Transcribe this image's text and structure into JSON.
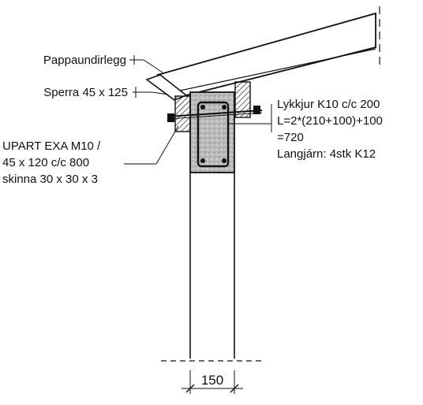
{
  "labels": {
    "pappaundirlegg": "Pappaundirlegg",
    "sperra": "Sperra 45 x 125",
    "upart": [
      "UPART EXA M10 /",
      "45 x 120 c/c 800",
      "skinna 30 x 30 x 3"
    ],
    "lykkjur": [
      "Lykkjur K10 c/c 200",
      "L=2*(210+100)+100",
      "=720",
      "Langjárn: 4stk K12"
    ],
    "width_dimension": "150"
  },
  "colors": {
    "line": "#111111",
    "concrete_fill": "#b8b8b8",
    "timber_hatch": "#111111"
  }
}
